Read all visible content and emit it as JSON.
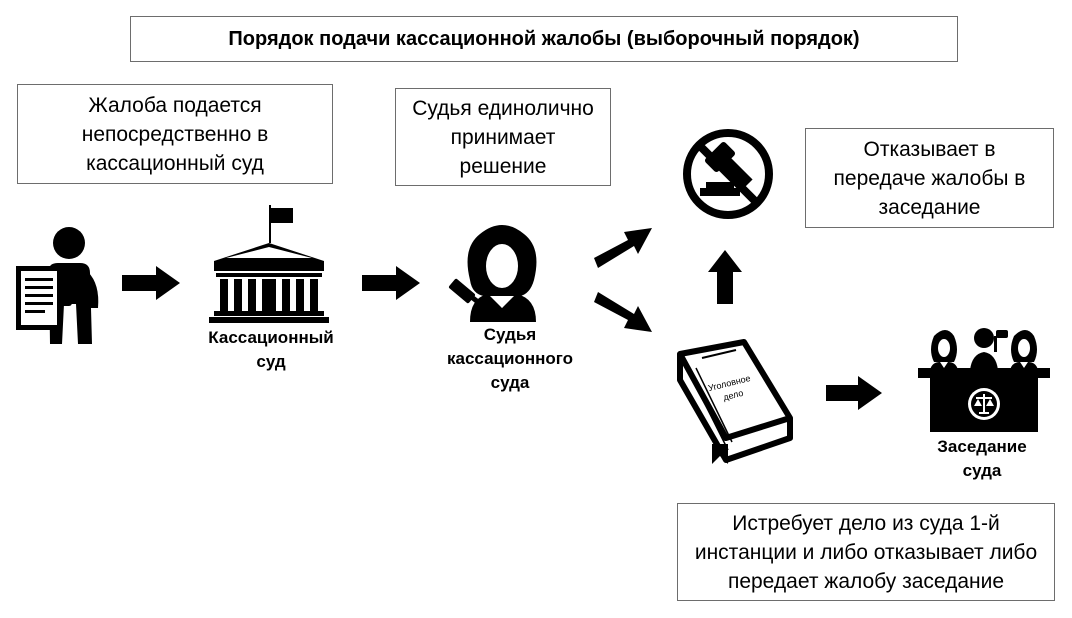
{
  "title": "Порядок подачи кассационной жалобы (выборочный порядок)",
  "boxes": {
    "complaint": "Жалоба подается непосредственно в кассационный суд",
    "judge_decides": "Судья единолично принимает решение",
    "refuse": "Отказывает в передаче жалобы в заседание",
    "requests_case": "Истребует дело из суда 1-й инстанции и либо отказывает либо передает жалобу заседание"
  },
  "labels": {
    "court": "Кассационный суд",
    "judge": "Судья кассационного суда",
    "session": "Заседание суда"
  },
  "book_text": {
    "line1": "Уголовное",
    "line2": "дело"
  },
  "icons": [
    "person-with-document-icon",
    "courthouse-icon",
    "judge-icon",
    "no-gavel-icon",
    "criminal-case-book-icon",
    "court-session-icon"
  ],
  "colors": {
    "border": "#6d6d6d",
    "ink": "#000000"
  }
}
